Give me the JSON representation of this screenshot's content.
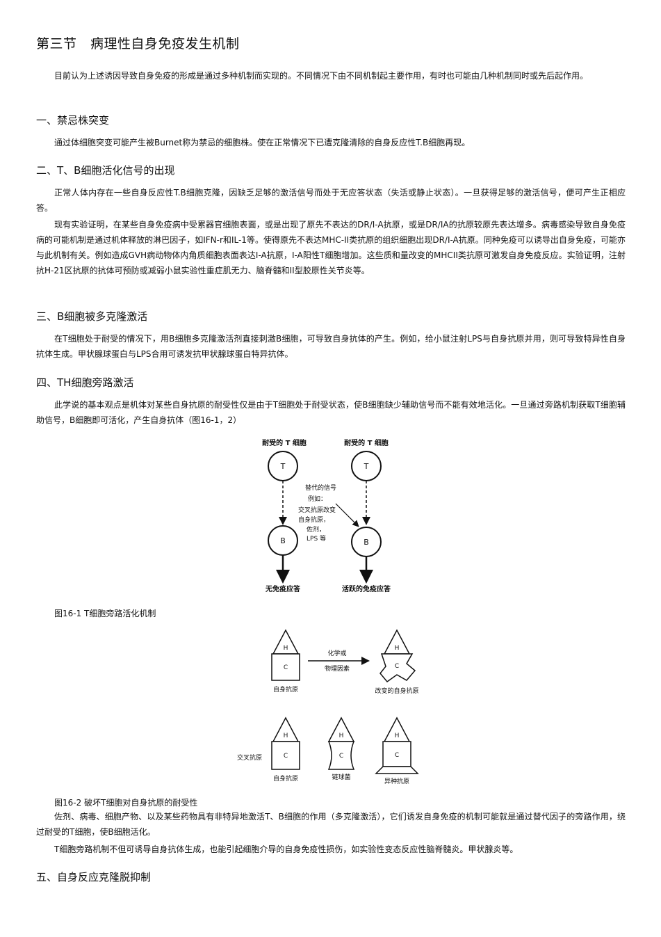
{
  "section_title": "第三节　病理性自身免疫发生机制",
  "intro": "目前认为上述诱因导致自身免疫的形成是通过多种机制而实现的。不同情况下由不同机制起主要作用，有时也可能由几种机制同时或先后起作用。",
  "sections": [
    {
      "heading": "一、禁忌株突变",
      "paragraphs": [
        "通过体细胞突变可能产生被Burnet称为禁忌的细胞株。使在正常情况下已遭克隆清除的自身反应性T.B细胞再现。"
      ]
    },
    {
      "heading": "二、T、B细胞活化信号的出现",
      "paragraphs": [
        "正常人体内存在一些自身反应性T.B细胞克隆，因缺乏足够的激活信号而处于无应答状态（失活或静止状态）。一旦获得足够的激活信号，便可产生正相应答。",
        "现有实验证明，在某些自身免疫病中受累器官细胞表面，或是出现了原先不表达的DR/I-A抗原，或是DR/IA的抗原较原先表达增多。病毒感染导致自身免疫病的可能机制是通过机体释放的淋巴因子，如IFN-r和IL-1等。使得原先不表达MHC-II类抗原的组织细胞出现DR/I-A抗原。同种免疫可以诱导出自身免疫，可能亦与此机制有关。例如造成GVH病动物体内角质细胞表面表达I-A抗原，I-A阳性T细胞增加。这些质和量改变的MHCII类抗原可激发自身免疫反应。实验证明，注射抗H-21区抗原的抗体可预防或减弱小鼠实验性重症肌无力、脑脊髓和II型胶原性关节炎等。"
      ]
    },
    {
      "heading": "三、B细胞被多克隆激活",
      "paragraphs": [
        "在T细胞处于耐受的情况下，用B细胞多克隆激活剂直接刺激B细胞，可导致自身抗体的产生。例如，给小鼠注射LPS与自身抗原并用，则可导致特异性自身抗体生成。甲状腺球蛋白与LPS合用可诱发抗甲状腺球蛋白特异抗体。"
      ]
    },
    {
      "heading": "四、TH细胞旁路激活",
      "paragraphs": [
        "此学说的基本观点是机体对某些自身抗原的耐受性仅是由于T细胞处于耐受状态，使B细胞缺少辅助信号而不能有效地活化。一旦通过旁路机制获取T细胞辅助信号，B细胞即可活化，产生自身抗体（图16-1，2）"
      ]
    }
  ],
  "figure1": {
    "left_title": "耐受的 T 细胞",
    "right_title": "耐受的 T 细胞",
    "t_label": "T",
    "b_label": "B",
    "signal_lines": [
      "替代的信号",
      "例如：",
      "交叉抗原改变",
      "自身抗原，",
      "佐剂，",
      "LPS 等"
    ],
    "left_result": "无免疫应答",
    "right_result": "活跃的免疫应答",
    "caption": "图16-1 T细胞旁路活化机制"
  },
  "figure2": {
    "h_label": "H",
    "c_label": "C",
    "arrow_top": "化学或",
    "arrow_bottom": "物理因素",
    "self_antigen": "自身抗原",
    "changed_antigen": "改变的自身抗原",
    "cross_antigen": "交叉抗原",
    "self_antigen2": "自身抗原",
    "hapten": "链球菌",
    "foreign_antigen": "异种抗原",
    "caption": "图16-2 破坏T细胞对自身抗原的耐受性"
  },
  "after_figures": [
    "佐剂、病毒、细胞产物、以及某些药物具有非特异地激活T、B细胞的作用（多克隆激活），它们诱发自身免疫的机制可能就是通过替代因子的旁路作用，绕过耐受的T细胞，使B细胞活化。",
    "T细胞旁路机制不但可诱导自身抗体生成，也能引起细胞介导的自身免疫性损伤，如实验性变态反应性脑脊髓炎。甲状腺炎等。"
  ],
  "last_heading": "五、自身反应克隆脱抑制"
}
